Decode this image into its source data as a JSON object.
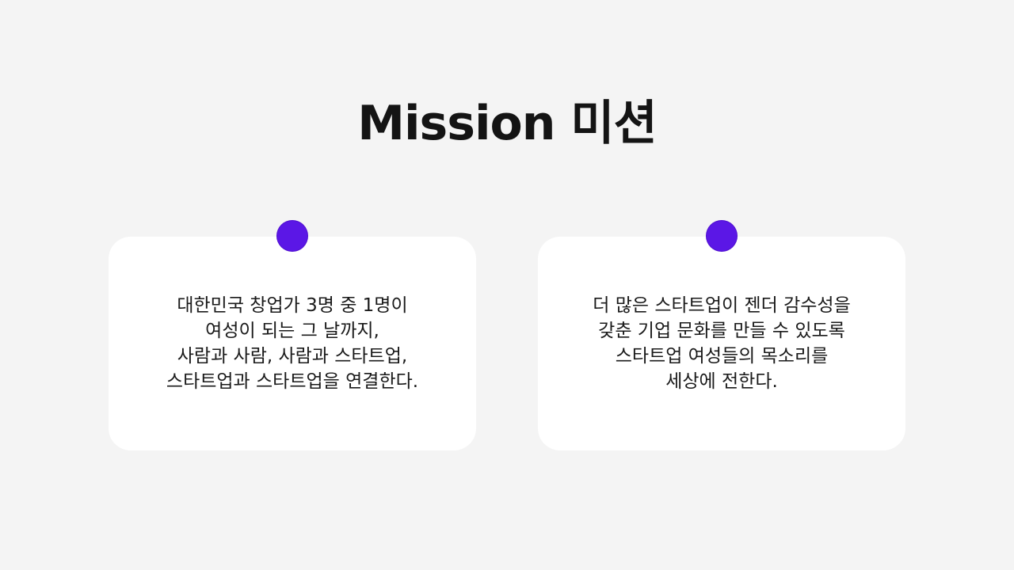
{
  "slide": {
    "title": "Mission 미션"
  },
  "cards": [
    {
      "lines": [
        "대한민국 창업가 3명 중 1명이",
        "여성이 되는 그 날까지,",
        "사람과 사람, 사람과 스타트업,",
        "스타트업과 스타트업을 연결한다."
      ]
    },
    {
      "lines": [
        "더 많은 스타트업이 젠더 감수성을",
        "갖춘 기업 문화를 만들 수 있도록",
        "스타트업 여성들의 목소리를",
        "세상에 전한다."
      ]
    }
  ],
  "colors": {
    "background": "#f4f4f4",
    "card": "#ffffff",
    "accent_dot": "#5b17e6",
    "text": "#141414"
  }
}
